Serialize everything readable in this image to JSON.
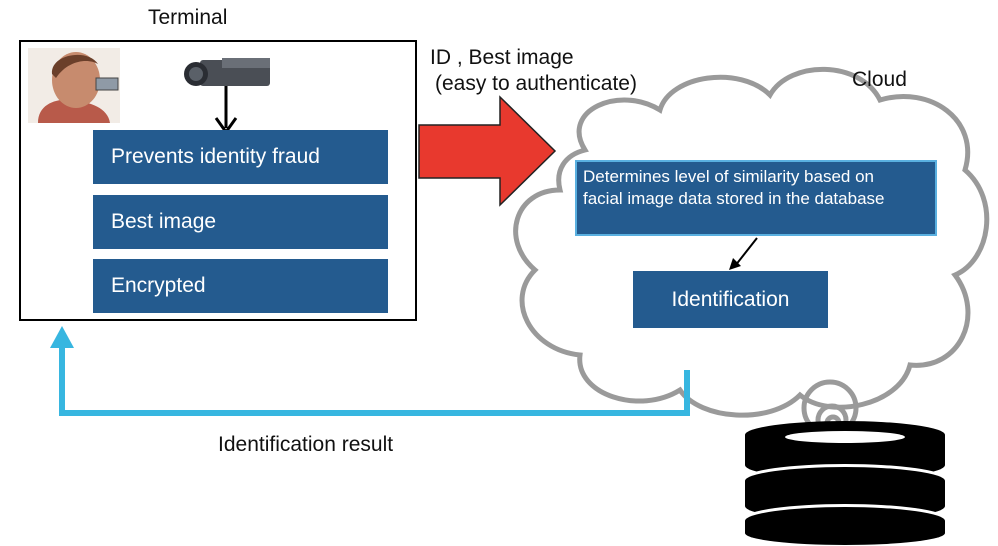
{
  "terminal": {
    "title": "Terminal",
    "steps": [
      "Prevents identity fraud",
      "Best image",
      "Encrypted"
    ]
  },
  "transfer": {
    "line1": "ID , Best image",
    "line2": "(easy to authenticate)"
  },
  "cloud": {
    "title": "Cloud",
    "similarity_line1": "Determines level of similarity based on",
    "similarity_line2": "facial image data stored in the database",
    "identification": "Identification"
  },
  "result": {
    "label": "Identification result"
  },
  "colors": {
    "box_blue": "#245b8f",
    "arrow_red": "#e8392e",
    "return_cyan": "#37b6e0",
    "cloud_gray": "#9a9a9a",
    "db_black": "#000000"
  },
  "icons": {
    "person": "person-photo-icon",
    "camera": "camera-icon",
    "database": "database-icon"
  }
}
